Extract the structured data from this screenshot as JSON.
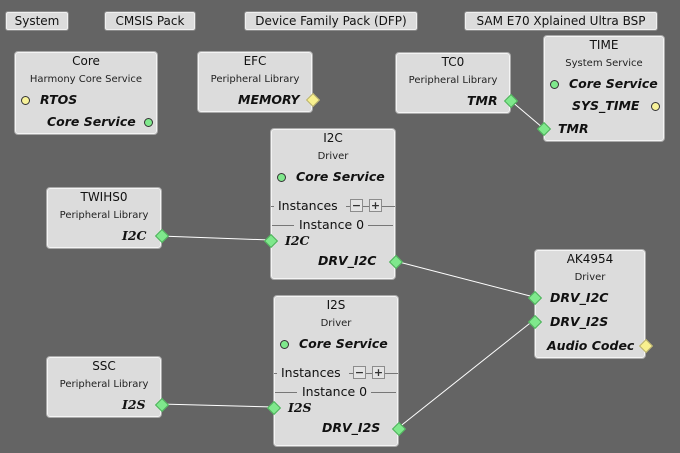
{
  "tabs": [
    {
      "label": "System"
    },
    {
      "label": "CMSIS Pack"
    },
    {
      "label": "Device Family Pack (DFP)"
    },
    {
      "label": "SAM E70 Xplained Ultra BSP"
    }
  ],
  "nodes": {
    "core": {
      "title": "Core",
      "subtitle": "Harmony Core Service",
      "ports": [
        "RTOS",
        "Core Service"
      ]
    },
    "efc": {
      "title": "EFC",
      "subtitle": "Peripheral Library",
      "ports": [
        "MEMORY"
      ]
    },
    "tc0": {
      "title": "TC0",
      "subtitle": "Peripheral Library",
      "ports": [
        "TMR"
      ]
    },
    "time": {
      "title": "TIME",
      "subtitle": "System Service",
      "ports": [
        "Core Service",
        "SYS_TIME",
        "TMR"
      ]
    },
    "i2c": {
      "title": "I2C",
      "subtitle": "Driver",
      "ports": [
        "Core Service"
      ],
      "instances_label": "Instances",
      "instance_label": "Instance 0",
      "instance_ports": [
        "I2C",
        "DRV_I2C"
      ]
    },
    "twihs0": {
      "title": "TWIHS0",
      "subtitle": "Peripheral Library",
      "ports": [
        "I2C"
      ]
    },
    "ak4954": {
      "title": "AK4954",
      "subtitle": "Driver",
      "ports": [
        "DRV_I2C",
        "DRV_I2S",
        "Audio Codec"
      ]
    },
    "i2s": {
      "title": "I2S",
      "subtitle": "Driver",
      "ports": [
        "Core Service"
      ],
      "instances_label": "Instances",
      "instance_label": "Instance 0",
      "instance_ports": [
        "I2S",
        "DRV_I2S"
      ]
    },
    "ssc": {
      "title": "SSC",
      "subtitle": "Peripheral Library",
      "ports": [
        "I2S"
      ]
    }
  },
  "buttons": {
    "minus": "−",
    "plus": "+"
  },
  "colors": {
    "background": "#646464",
    "node": "#dcdcdc",
    "port_green": "#7fe88c",
    "port_yellow": "#f7f29a"
  }
}
